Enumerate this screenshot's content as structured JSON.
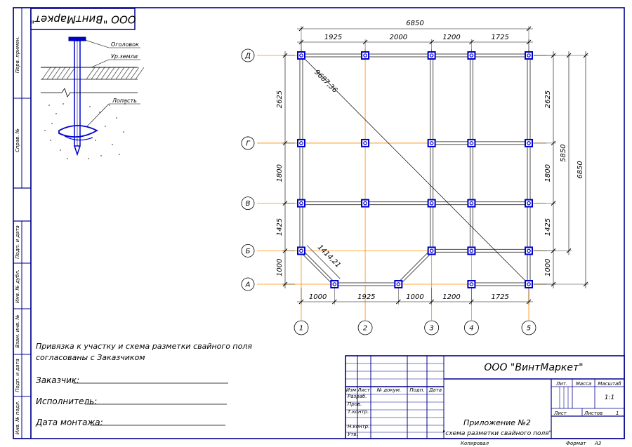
{
  "company": "ООО \"ВинтМаркет\"",
  "corner_stamp": "ООО \"ВинтМаркет\"",
  "pile_legend": {
    "cap": "Оголовок",
    "ground": "Ур.земли",
    "blade": "Лопасть"
  },
  "side_stamps": [
    "Перв. примен.",
    "Справ. №",
    "Подп. и дата",
    "Инв. № дубл.",
    "Взам. инв. №",
    "Подп. и дата",
    "Инв. № подл."
  ],
  "agreement": {
    "line1": "Привязка к участку и схема разметки свайного поля",
    "line2": "согласованы с Заказчиком",
    "customer": "Заказчик:",
    "executor": "Исполнитель:",
    "date": "Дата монтажа:"
  },
  "title_block": {
    "company": "ООО \"ВинтМаркет\"",
    "headers": [
      "Изм",
      "Лист",
      "№ докум.",
      "Подп.",
      "Дата"
    ],
    "roles": [
      "Разраб.",
      "Пров.",
      "Т.контр.",
      "Н.контр.",
      "Утв."
    ],
    "lit": "Лит.",
    "mass": "Масса",
    "scale": "Масштаб",
    "scale_value": "1:1",
    "sheet": "Лист",
    "sheets": "Листов",
    "sheets_value": "1",
    "doc1": "Приложение №2",
    "doc2": "\"схема разметки свайного поля\"",
    "copied": "Копировал",
    "format": "Формат",
    "format_value": "А3"
  },
  "axes": {
    "rows": [
      {
        "label": "Д",
        "pos": 6850
      },
      {
        "label": "Г",
        "pos": 4225
      },
      {
        "label": "В",
        "pos": 2425
      },
      {
        "label": "Б",
        "pos": 1000
      },
      {
        "label": "А",
        "pos": 0
      }
    ],
    "cols": [
      {
        "label": "1",
        "pos": 0
      },
      {
        "label": "2",
        "pos": 1925
      },
      {
        "label": "3",
        "pos": 3925
      },
      {
        "label": "4",
        "pos": 5125
      },
      {
        "label": "5",
        "pos": 6850
      }
    ]
  },
  "dimensions": {
    "overall_top": "6850",
    "top": [
      "1925",
      "2000",
      "1200",
      "1725"
    ],
    "bottom": [
      "1000",
      "1925",
      "1000",
      "1200",
      "1725"
    ],
    "left": [
      "2625",
      "1800",
      "1425",
      "1000"
    ],
    "right": [
      "2625",
      "1800",
      "1425",
      "1000"
    ],
    "right_mid": "5850",
    "right_overall": "6850",
    "diagonal": "9687,36",
    "chamfer": "1414,21"
  },
  "piles": [
    [
      0,
      6850
    ],
    [
      1925,
      6850
    ],
    [
      3925,
      6850
    ],
    [
      5125,
      6850
    ],
    [
      6850,
      6850
    ],
    [
      0,
      4225
    ],
    [
      1925,
      4225
    ],
    [
      3925,
      4225
    ],
    [
      5125,
      4225
    ],
    [
      6850,
      4225
    ],
    [
      0,
      2425
    ],
    [
      1925,
      2425
    ],
    [
      3925,
      2425
    ],
    [
      5125,
      2425
    ],
    [
      6850,
      2425
    ],
    [
      0,
      1000
    ],
    [
      3925,
      1000
    ],
    [
      5125,
      1000
    ],
    [
      6850,
      1000
    ],
    [
      1000,
      0
    ],
    [
      2925,
      0
    ],
    [
      5125,
      0
    ],
    [
      6850,
      0
    ]
  ],
  "beams": [
    [
      [
        0,
        6850
      ],
      [
        6850,
        6850
      ]
    ],
    [
      [
        0,
        2425
      ],
      [
        6850,
        2425
      ]
    ],
    [
      [
        3925,
        4225
      ],
      [
        6850,
        4225
      ]
    ],
    [
      [
        3925,
        1000
      ],
      [
        6850,
        1000
      ]
    ],
    [
      [
        1000,
        0
      ],
      [
        2925,
        0
      ]
    ],
    [
      [
        5125,
        0
      ],
      [
        6850,
        0
      ]
    ],
    [
      [
        0,
        1000
      ],
      [
        0,
        6850
      ]
    ],
    [
      [
        3925,
        1000
      ],
      [
        3925,
        6850
      ]
    ],
    [
      [
        5125,
        1000
      ],
      [
        5125,
        6850
      ]
    ],
    [
      [
        6850,
        0
      ],
      [
        6850,
        6850
      ]
    ],
    [
      [
        0,
        1000
      ],
      [
        1000,
        0
      ]
    ],
    [
      [
        2925,
        0
      ],
      [
        3925,
        1000
      ]
    ]
  ],
  "colors": {
    "line": "#000000",
    "frame": "#00008b",
    "pile": "#0000cc",
    "axis": "#ff8c00",
    "beam": "#4a4a4a"
  }
}
